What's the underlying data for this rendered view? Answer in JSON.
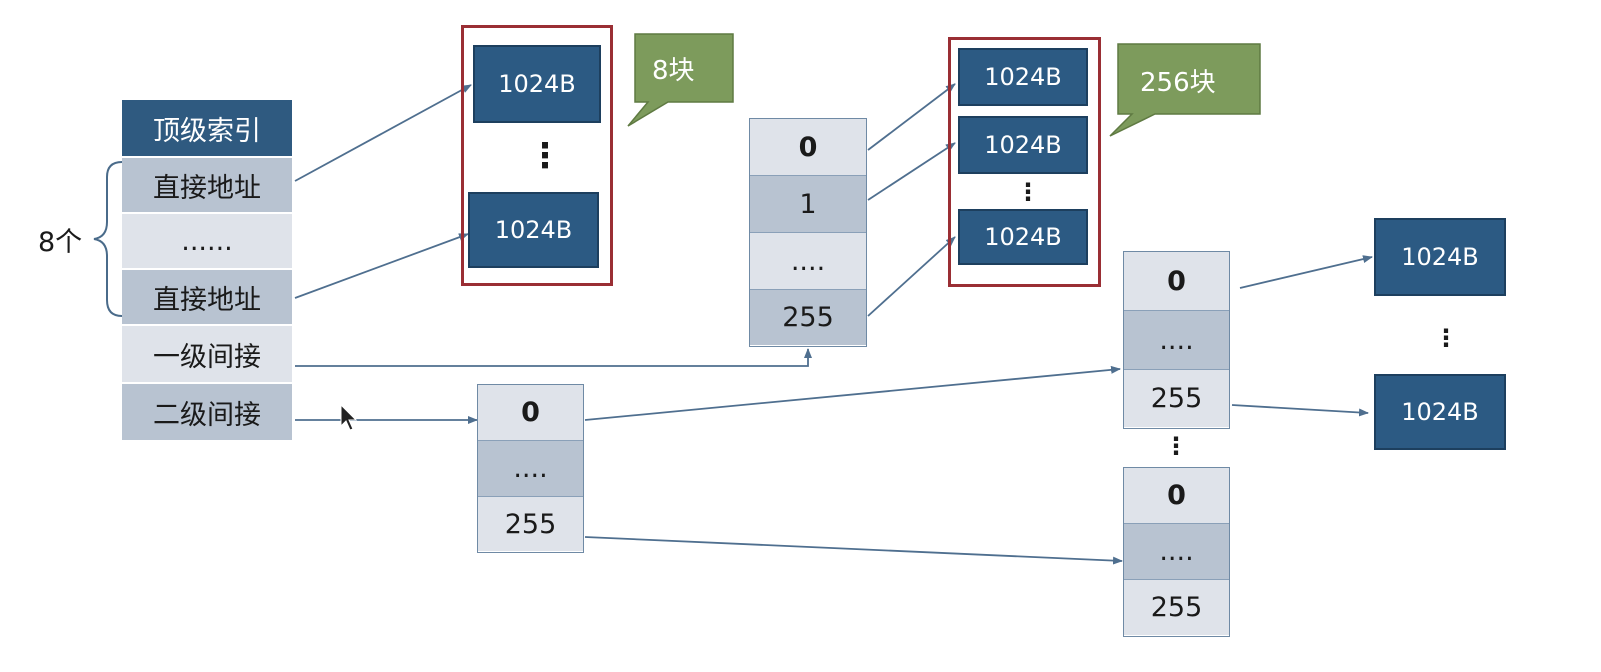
{
  "inode": {
    "title": "顶级索引",
    "rows": [
      "直接地址",
      "......",
      "直接地址",
      "一级间接",
      "二级间接"
    ],
    "count_label": "8个"
  },
  "direct_blocks": {
    "top": "1024B",
    "ellipsis": "⋮",
    "bottom": "1024B",
    "callout": "8块"
  },
  "single_index": {
    "rows": [
      "0",
      "1",
      "....",
      "255"
    ]
  },
  "single_blocks": {
    "items": [
      "1024B",
      "1024B",
      "1024B"
    ],
    "ellipsis": "⋮",
    "callout": "256块"
  },
  "double_index": {
    "rows": [
      "0",
      "....",
      "255"
    ]
  },
  "double_second_top": {
    "rows": [
      "0",
      "....",
      "255"
    ]
  },
  "double_second_bottom": {
    "rows": [
      "0",
      "....",
      "255"
    ]
  },
  "double_second_ellipsis": "⋮",
  "double_blocks": {
    "top": "1024B",
    "ellipsis": "⋮",
    "bottom": "1024B"
  },
  "colors": {
    "block": "#2c5a83",
    "light_cell": "#dfe3ea",
    "mid_cell": "#b8c3d1",
    "red_border": "#9a2e34",
    "callout": "#7d9b5c",
    "arrow": "#4f6f8f"
  }
}
